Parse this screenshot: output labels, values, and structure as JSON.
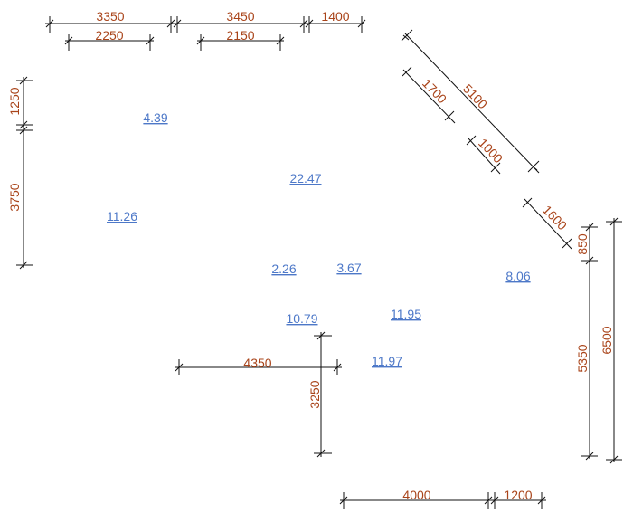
{
  "colors": {
    "dimension_text": "#a9441a",
    "area_link": "#4d78c8",
    "line": "#111111",
    "background": "#ffffff"
  },
  "dimensions": {
    "top_outer_1": "3350",
    "top_outer_2": "3450",
    "top_outer_3": "1400",
    "top_inner_1": "2250",
    "top_inner_2": "2150",
    "left_upper": "1250",
    "left_lower": "3750",
    "diag_outer": "5100",
    "diag_inner_1": "1700",
    "diag_inner_2": "1000",
    "diag_lower": "1600",
    "right_inner_upper": "850",
    "right_inner_lower": "5350",
    "right_outer": "6500",
    "mid_horizontal": "4350",
    "mid_vertical": "3250",
    "bottom_1": "4000",
    "bottom_2": "1200"
  },
  "room_areas": {
    "a1": "4.39",
    "a2": "22.47",
    "a3": "11.26",
    "a4": "2.26",
    "a5": "3.67",
    "a6": "8.06",
    "a7": "10.79",
    "a8": "11.95",
    "a9": "11.97"
  }
}
